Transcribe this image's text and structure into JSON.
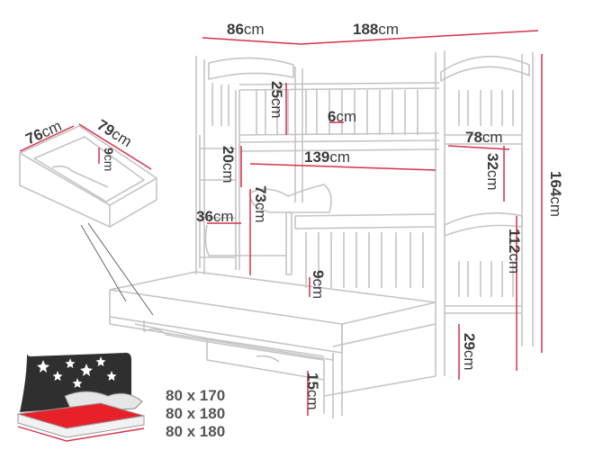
{
  "dimensions": {
    "d86": {
      "num": "86",
      "unit": "cm"
    },
    "d188": {
      "num": "188",
      "unit": "cm"
    },
    "d25": {
      "num": "25",
      "unit": "cm"
    },
    "d6": {
      "num": "6",
      "unit": "cm"
    },
    "d20": {
      "num": "20",
      "unit": "cm"
    },
    "d139": {
      "num": "139",
      "unit": "cm"
    },
    "d78": {
      "num": "78",
      "unit": "cm"
    },
    "d32": {
      "num": "32",
      "unit": "cm"
    },
    "d164": {
      "num": "164",
      "unit": "cm"
    },
    "d73": {
      "num": "73",
      "unit": "cm"
    },
    "d36": {
      "num": "36",
      "unit": "cm"
    },
    "d112": {
      "num": "112",
      "unit": "cm"
    },
    "d9": {
      "num": "9",
      "unit": "cm"
    },
    "d29": {
      "num": "29",
      "unit": "cm"
    },
    "d15": {
      "num": "15",
      "unit": "cm"
    }
  },
  "drawer_dimensions": {
    "d76": {
      "num": "76",
      "unit": "cm"
    },
    "d79": {
      "num": "79",
      "unit": "cm"
    },
    "d9": {
      "num": "9",
      "unit": "cm"
    }
  },
  "mattress_sizes": [
    "80 x 170",
    "80 x 180",
    "80 x 180"
  ],
  "colors": {
    "line": "#c8c8c8",
    "dim_line": "#d6304a",
    "text": "#3a3a3a",
    "mattress_top": "#e8202a"
  }
}
